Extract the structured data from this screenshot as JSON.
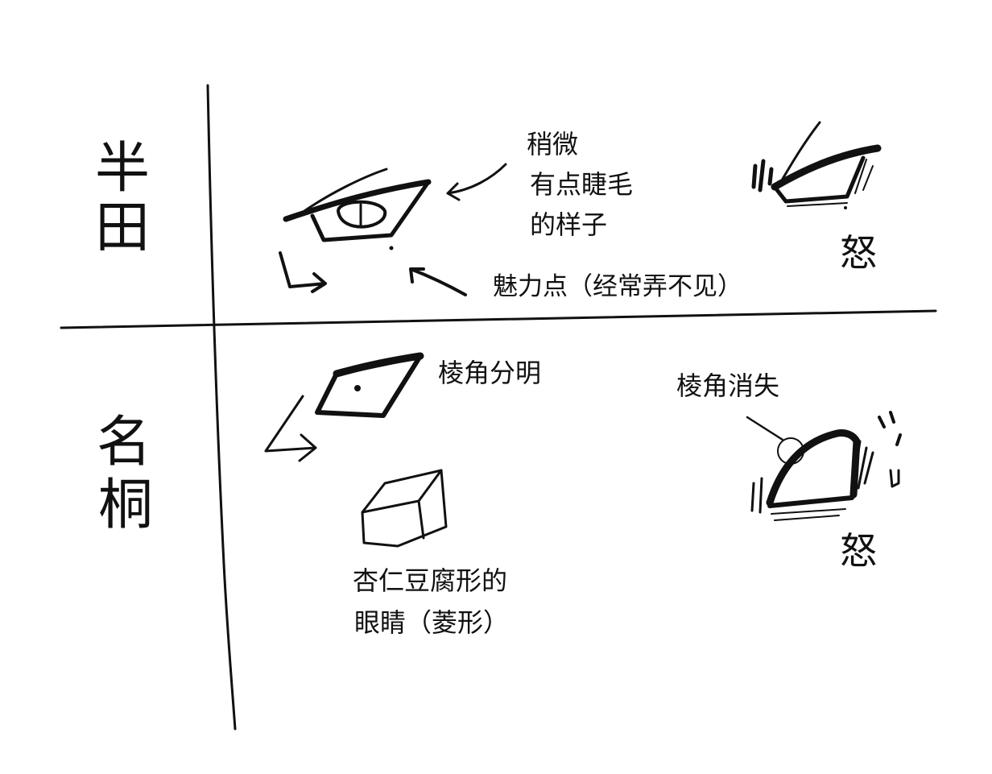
{
  "rows": {
    "top": {
      "label_line1": "半",
      "label_line2": "田"
    },
    "bottom": {
      "label_line1": "名",
      "label_line2": "桐"
    }
  },
  "annotations": {
    "lash_line1": "稍微",
    "lash_line2": "有点睫毛",
    "lash_line3": "的样子",
    "charm_point": "魅力点（经常弄不见）",
    "angry_top": "怒",
    "sharp_corners": "棱角分明",
    "corners_vanish": "棱角消失",
    "almond_line1": "杏仁豆腐形的",
    "almond_line2": "眼睛（菱形）",
    "angry_bottom": "怒"
  }
}
